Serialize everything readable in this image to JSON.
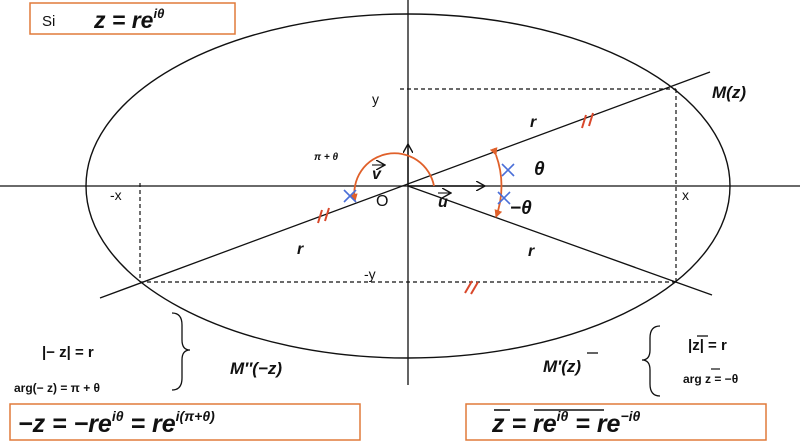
{
  "colors": {
    "accent": "#e07a3a",
    "angle_arc": "#e0602a",
    "equal_mark": "#d9482b",
    "angle_mark": "#4a6fd8",
    "ink": "#111111"
  },
  "header_box": {
    "prefix": "Si",
    "formula": "z = re",
    "exp": "iθ"
  },
  "axes": {
    "y_label": "y",
    "neg_y_label": "-y",
    "x_label": "x",
    "neg_x_label": "-x",
    "origin_label": "O",
    "u_label": "u",
    "v_label": "v"
  },
  "points": {
    "M": "M(z)",
    "M_prime": "M′(z)",
    "M_double": "M″(−z)"
  },
  "radius_label": "r",
  "angles": {
    "theta": "θ",
    "minus_theta": "−θ",
    "pi_plus_theta": "π + θ"
  },
  "left_info": {
    "modulus": "|− z| = r",
    "argument": "arg(− z) = π + θ"
  },
  "right_info": {
    "modulus": "|z| = r",
    "argument": "arg z = −θ"
  },
  "bottom_left_box": {
    "part1": "−z = −re",
    "exp1": "iθ",
    "part2": " = re",
    "exp2": "i(π+θ)"
  },
  "bottom_right_box": {
    "part1": "z = re",
    "exp1": "iθ",
    "part2": " = re",
    "exp2": "−iθ"
  }
}
